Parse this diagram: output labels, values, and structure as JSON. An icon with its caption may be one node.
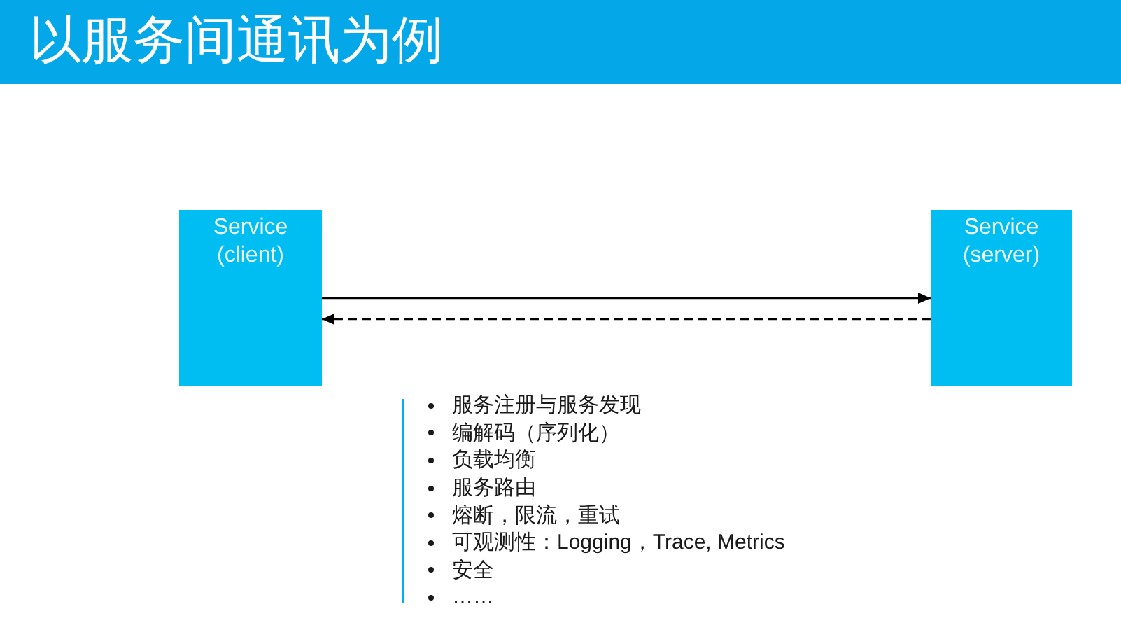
{
  "diagram": {
    "title": "以服务间通讯为例",
    "nodes": [
      {
        "text": [
          "Service (client)"
        ]
      },
      {
        "text": [
          "Service (server)"
        ]
      }
    ],
    "edges": [
      {
        "from": 0,
        "to": 1,
        "arrow": "to"
      },
      {
        "from": 1,
        "to": 0,
        "arrow": "to",
        "style": "dashed"
      }
    ],
    "labels": [
      "服务注册与服务发现",
      "编解码（序列化）",
      "负载均衡",
      "服务路由",
      "熔断，限流，重试",
      "可观测性：Logging，Trace, Metrics",
      "安全",
      "……"
    ]
  }
}
